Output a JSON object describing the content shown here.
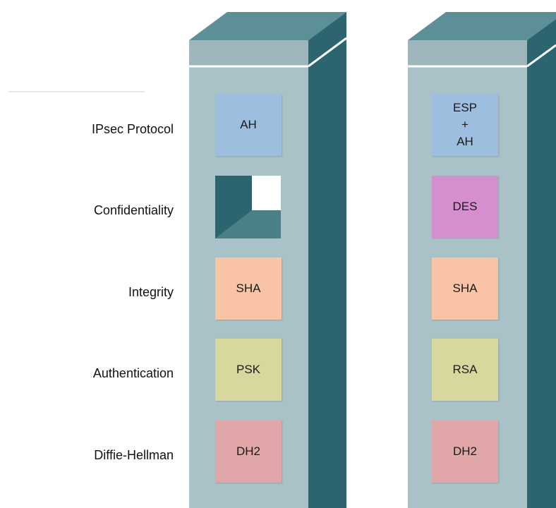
{
  "colors": {
    "pillar_face": "#a9c2c7",
    "pillar_top": "#5c8f98",
    "pillar_side": "#2c6570",
    "header_band": "#9db5bb",
    "divider_white": "#ffffff",
    "ah_blue": "#9dbedf",
    "des_magenta": "#d58fcf",
    "sha_peach": "#f8c4a5",
    "psk_khaki": "#d8d79e",
    "dh_pink": "#e1a7a8",
    "cutout_dark": "#2c6570",
    "cutout_mid": "#4b8088"
  },
  "row_labels": {
    "protocol": "IPsec Protocol",
    "confidentiality": "Confidentiality",
    "integrity": "Integrity",
    "authentication": "Authentication",
    "diffie_hellman": "Diffie-Hellman"
  },
  "left_pillar": {
    "protocol": "AH",
    "confidentiality_icon": "empty-slot-icon",
    "integrity": "SHA",
    "authentication": "PSK",
    "diffie_hellman": "DH2"
  },
  "right_pillar": {
    "protocol": "ESP\n+\nAH",
    "confidentiality": "DES",
    "integrity": "SHA",
    "authentication": "RSA",
    "diffie_hellman": "DH2"
  }
}
